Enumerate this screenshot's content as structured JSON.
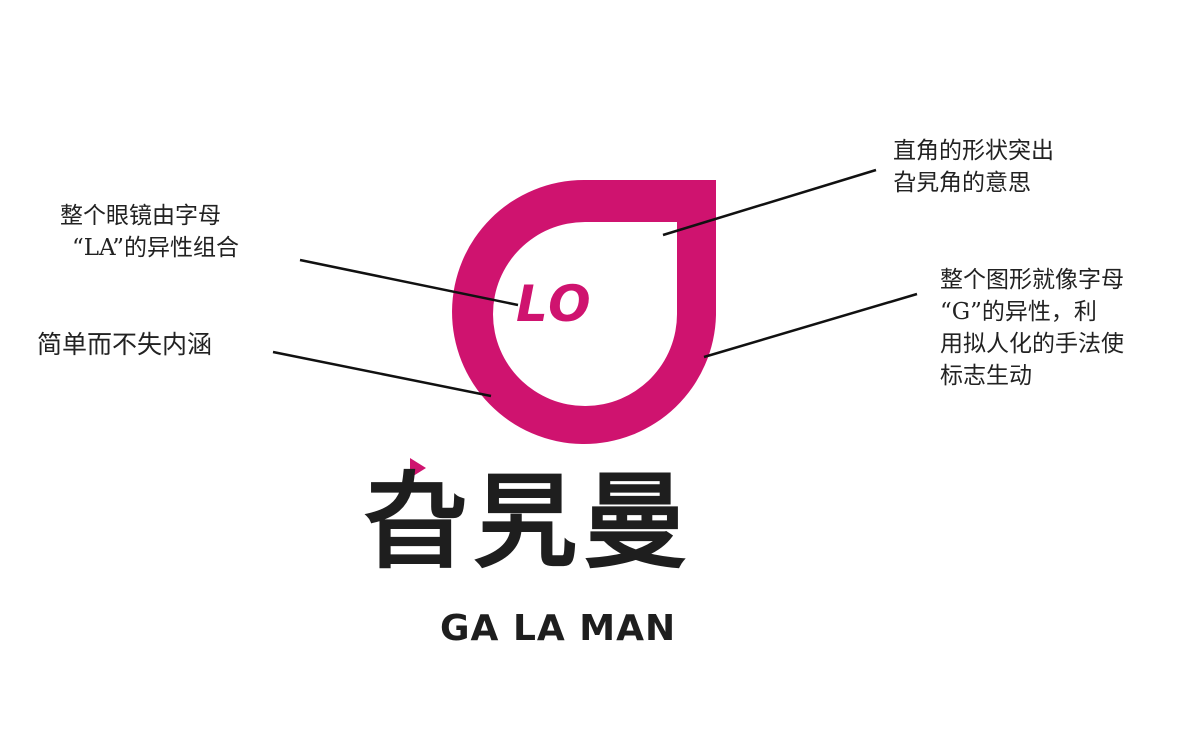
{
  "colors": {
    "brand_magenta": "#cf136f",
    "text_dark": "#1e1e1e",
    "line_color": "#111111",
    "background": "#ffffff"
  },
  "logo": {
    "monogram": "LO",
    "name_cn": "旮旯曼",
    "name_en": "GA LA MAN",
    "play_icon": "play-triangle-icon"
  },
  "annotations": {
    "top_right": {
      "lines": [
        "直角的形状突出",
        "旮旯角的意思"
      ]
    },
    "left_upper": {
      "lines": [
        "整个眼镜由字母",
        "“LA”的异性组合"
      ]
    },
    "left_lower": {
      "lines": [
        "简单而不失内涵"
      ]
    },
    "right_lower": {
      "lines": [
        "整个图形就像字母",
        "“G”的异性，利",
        "用拟人化的手法使",
        "标志生动"
      ]
    }
  }
}
